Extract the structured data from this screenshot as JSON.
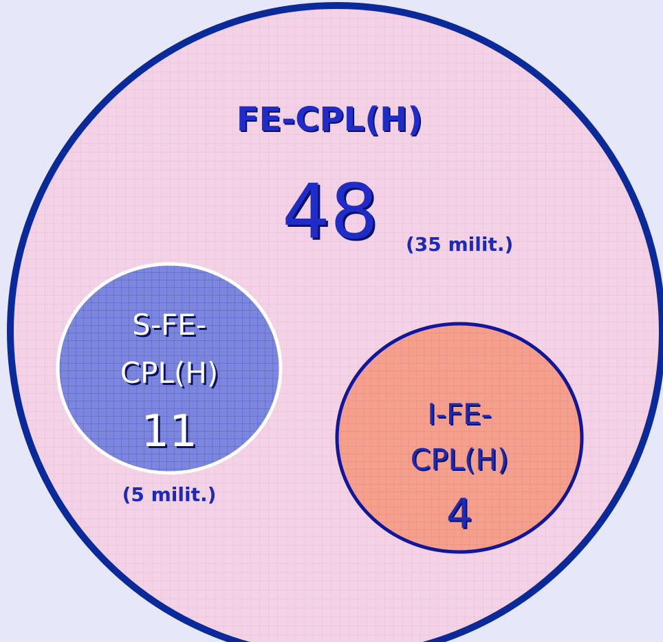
{
  "colors": {
    "background": "#e6e8fa",
    "outer_fill": "#f3d2e6",
    "outer_stroke": "#0b2a9a",
    "sfe_fill": "#7b86dc",
    "sfe_stroke": "#ffffff",
    "ife_fill": "#f5a08e",
    "ife_stroke": "#11179a",
    "title_text": "#1f2cc8",
    "light_text": "#ffffff",
    "dark_text": "#1d2ab5"
  },
  "outer": {
    "title": "FE-CPL(H)",
    "count": "48",
    "note": "(35 milit.)"
  },
  "sfe": {
    "line1": "S-FE-",
    "line2": "CPL(H)",
    "count": "11",
    "note": "(5 milit.)"
  },
  "ife": {
    "line1": "I-FE-",
    "line2": "CPL(H)",
    "count": "4"
  }
}
